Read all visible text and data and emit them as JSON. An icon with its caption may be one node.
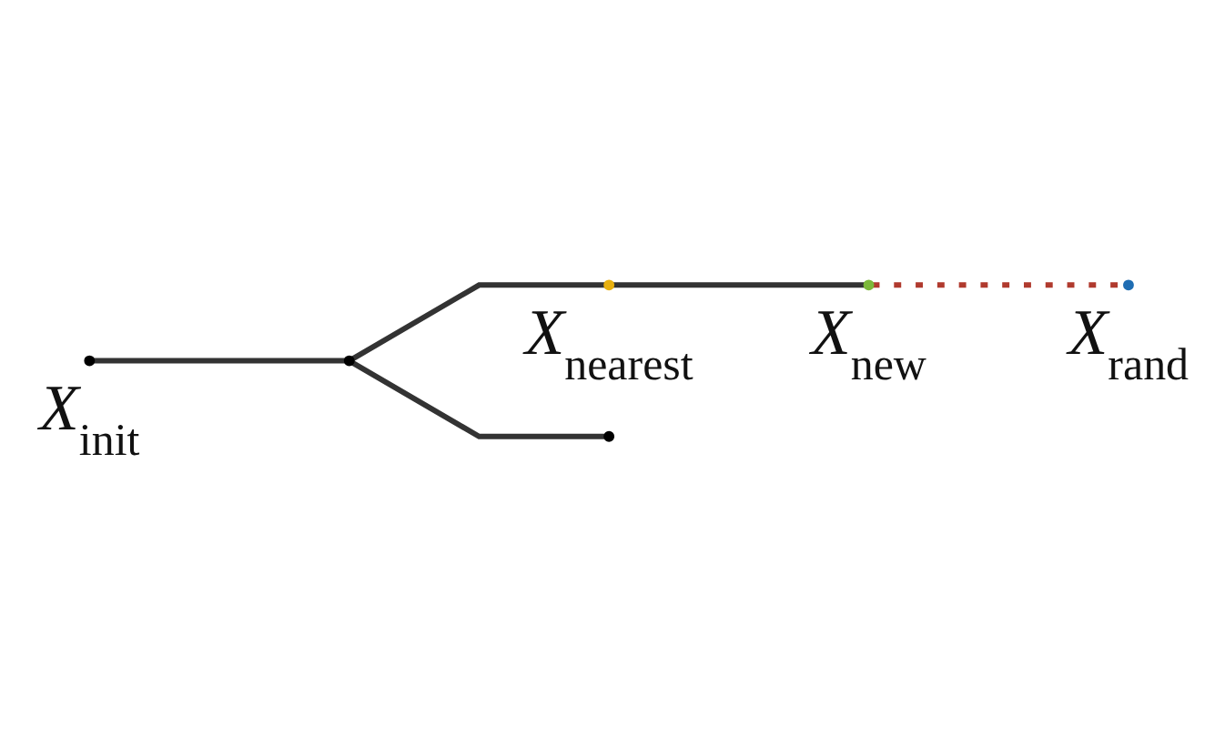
{
  "diagram": {
    "nodes": [
      {
        "text": [],
        "shape": "circle",
        "beside": [
          "X$_{init}$"
        ]
      },
      {
        "text": [],
        "shape": "circle"
      },
      {
        "text": [],
        "shape": "circle",
        "beside": [
          "X$_{nearest}$"
        ]
      },
      {
        "text": [],
        "shape": "circle",
        "beside": [
          "X$_{new}$"
        ]
      },
      {
        "text": [],
        "shape": "circle",
        "beside": [
          "X$_{rand}$"
        ]
      },
      {
        "text": [],
        "shape": "circle"
      }
    ],
    "edges": [
      {
        "from": 0,
        "to": 1,
        "arrow": "none"
      },
      {
        "from": 1,
        "to": 2,
        "arrow": "none"
      },
      {
        "from": 1,
        "to": 5,
        "arrow": "none"
      },
      {
        "from": 2,
        "to": 3,
        "arrow": "none"
      },
      {
        "from": 3,
        "to": 4,
        "arrow": "none",
        "style": "dashed",
        "color": "#b03a2e"
      }
    ]
  }
}
